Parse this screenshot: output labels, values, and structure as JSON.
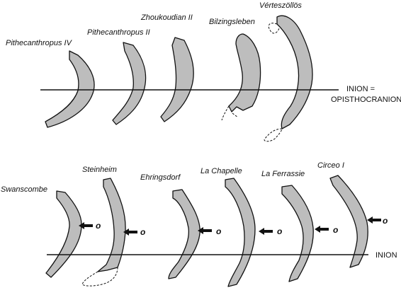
{
  "top_row": {
    "specimens": [
      "Pithecanthropus IV",
      "Pithecanthropus II",
      "Zhoukoudian II",
      "Bilzingsleben",
      "Vérteszöllös"
    ],
    "reference_line_label": [
      "INION =",
      "OPISTHOCRANION"
    ]
  },
  "bottom_row": {
    "specimens": [
      "Swanscombe",
      "Steinheim",
      "Ehringsdorf",
      "La Chapelle",
      "La Ferrassie",
      "Circeo I"
    ],
    "marker_label": "o",
    "reference_line_label": "INION"
  }
}
